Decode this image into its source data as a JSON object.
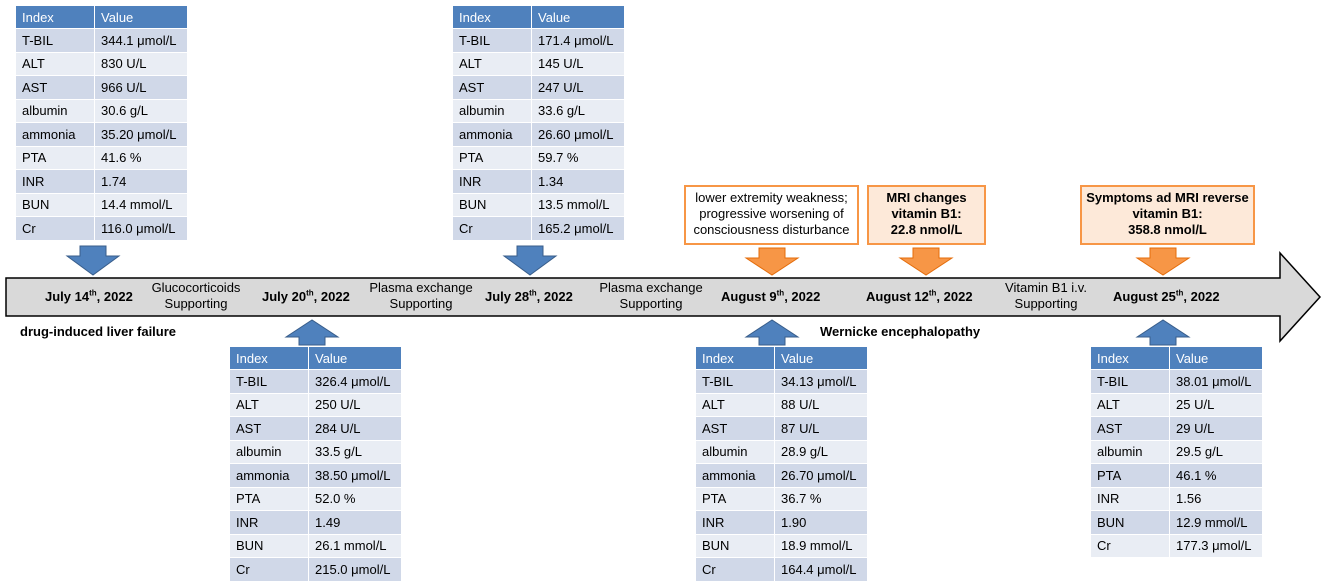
{
  "colors": {
    "table_header": "#4f81bd",
    "row_odd": "#d0d8e8",
    "row_even": "#e9edf4",
    "arrow_blue": "#4f81bd",
    "arrow_orange": "#f79646",
    "timeline_fill": "#d9d9d9"
  },
  "table_headers": [
    "Index",
    "Value"
  ],
  "tables": [
    {
      "rows": [
        [
          "T-BIL",
          "344.1 μmol/L"
        ],
        [
          "ALT",
          "830 U/L"
        ],
        [
          "AST",
          "966 U/L"
        ],
        [
          "albumin",
          "30.6 g/L"
        ],
        [
          "ammonia",
          "35.20 μmol/L"
        ],
        [
          "PTA",
          "41.6 %"
        ],
        [
          "INR",
          "1.74"
        ],
        [
          "BUN",
          "14.4 mmol/L"
        ],
        [
          "Cr",
          "116.0 μmol/L"
        ]
      ]
    },
    {
      "rows": [
        [
          "T-BIL",
          "171.4 μmol/L"
        ],
        [
          "ALT",
          "145 U/L"
        ],
        [
          "AST",
          "247 U/L"
        ],
        [
          "albumin",
          "33.6 g/L"
        ],
        [
          "ammonia",
          "26.60 μmol/L"
        ],
        [
          "PTA",
          "59.7 %"
        ],
        [
          "INR",
          "1.34"
        ],
        [
          "BUN",
          "13.5 mmol/L"
        ],
        [
          "Cr",
          "165.2 μmol/L"
        ]
      ]
    },
    {
      "rows": [
        [
          "T-BIL",
          "326.4 μmol/L"
        ],
        [
          "ALT",
          "250 U/L"
        ],
        [
          "AST",
          "284 U/L"
        ],
        [
          "albumin",
          "33.5 g/L"
        ],
        [
          "ammonia",
          "38.50 μmol/L"
        ],
        [
          "PTA",
          "52.0 %"
        ],
        [
          "INR",
          "1.49"
        ],
        [
          "BUN",
          "26.1 mmol/L"
        ],
        [
          "Cr",
          "215.0 μmol/L"
        ]
      ]
    },
    {
      "rows": [
        [
          "T-BIL",
          "34.13 μmol/L"
        ],
        [
          "ALT",
          "88 U/L"
        ],
        [
          "AST",
          "87 U/L"
        ],
        [
          "albumin",
          "28.9 g/L"
        ],
        [
          "ammonia",
          "26.70 μmol/L"
        ],
        [
          "PTA",
          "36.7 %"
        ],
        [
          "INR",
          "1.90"
        ],
        [
          "BUN",
          "18.9 mmol/L"
        ],
        [
          "Cr",
          "164.4 μmol/L"
        ]
      ]
    },
    {
      "rows": [
        [
          "T-BIL",
          "38.01 μmol/L"
        ],
        [
          "ALT",
          "25 U/L"
        ],
        [
          "AST",
          "29 U/L"
        ],
        [
          "albumin",
          "29.5 g/L"
        ],
        [
          "PTA",
          "46.1 %"
        ],
        [
          "INR",
          "1.56"
        ],
        [
          "BUN",
          "12.9 mmol/L"
        ],
        [
          "Cr",
          "177.3 μmol/L"
        ]
      ]
    }
  ],
  "dates": [
    {
      "pre": "July 14",
      "sup": "th",
      "post": ", 2022"
    },
    {
      "pre": "July 20",
      "sup": "th",
      "post": ", 2022"
    },
    {
      "pre": "July 28",
      "sup": "th",
      "post": ", 2022"
    },
    {
      "pre": "August 9",
      "sup": "th",
      "post": ", 2022"
    },
    {
      "pre": "August 12",
      "sup": "th",
      "post": ", 2022"
    },
    {
      "pre": "August 25",
      "sup": "th",
      "post": ", 2022"
    }
  ],
  "treatments": [
    {
      "line1": "Glucocorticoids",
      "line2": "Supporting"
    },
    {
      "line1": "Plasma exchange",
      "line2": "Supporting"
    },
    {
      "line1": "Plasma exchange",
      "line2": "Supporting"
    },
    {
      "line1": "Vitamin B1 i.v.",
      "line2": "Supporting"
    }
  ],
  "phases": {
    "liver": "drug-induced liver failure",
    "wernicke": "Wernicke encephalopathy"
  },
  "notes": [
    {
      "lines": [
        "lower extremity weakness;",
        "progressive worsening of",
        "consciousness disturbance"
      ]
    },
    {
      "lines": [
        "MRI changes",
        "vitamin B1:",
        "22.8 nmol/L"
      ]
    },
    {
      "lines": [
        "Symptoms ad MRI reverse",
        "vitamin B1:",
        "358.8 nmol/L"
      ]
    }
  ]
}
